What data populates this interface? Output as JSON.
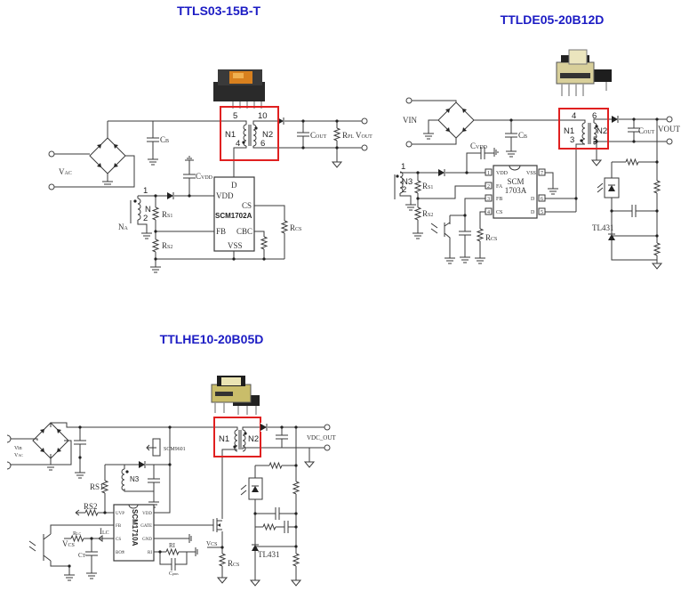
{
  "colors": {
    "title": "#1c1cc4",
    "highlight_box": "#e02020"
  },
  "diagrams": [
    {
      "title": "TTLS03-15B-T",
      "labels": {
        "pin5": "5",
        "pin10": "10",
        "n1": "N1",
        "n2": "N2",
        "pin4": "4",
        "pin6": "6",
        "cb": {
          "v": "C",
          "s": "B"
        },
        "vac": {
          "v": "V",
          "s": "AC"
        },
        "cout": {
          "v": "C",
          "s": "OUT"
        },
        "rpl": {
          "v": "R",
          "s": "PL"
        },
        "vout": {
          "v": "V",
          "s": "OUT"
        },
        "cvdd": {
          "v": "C",
          "s": "VDD"
        },
        "pin1": "1",
        "n": "N",
        "pin2": "2",
        "na": {
          "v": "N",
          "s": "A"
        },
        "rs1": {
          "v": "R",
          "s": "S1"
        },
        "rs2": {
          "v": "R",
          "s": "S2"
        },
        "rcs": {
          "v": "R",
          "s": "CS"
        }
      },
      "ic": {
        "name": "SCM1702A",
        "pins": {
          "d": "D",
          "vdd": "VDD",
          "cs": "CS",
          "fb": "FB",
          "cbc": "CBC",
          "vss": "VSS"
        }
      }
    },
    {
      "title": "TTLDE05-20B12D",
      "labels": {
        "vin": "VIN",
        "cb": {
          "v": "C",
          "s": "B"
        },
        "pin4": "4",
        "pin6": "6",
        "n1": "N1",
        "n2": "N2",
        "pin3": "3",
        "pin5": "5",
        "cout": {
          "v": "C",
          "s": "OUT"
        },
        "vout": "VOUT",
        "cvdd": {
          "v": "C",
          "s": "VDD"
        },
        "pin1": "1",
        "n3": "N3",
        "pin2": "2",
        "rs1": {
          "v": "R",
          "s": "S1"
        },
        "rs2": {
          "v": "R",
          "s": "S2"
        },
        "rcs": {
          "v": "R",
          "s": "CS"
        },
        "tl431": "TL431"
      },
      "ic": {
        "name_line1": "SCM",
        "name_line2": "1703A",
        "pins": {
          "p1": "1",
          "vdd": "VDD",
          "p2": "2",
          "fa": "FA",
          "p3": "3",
          "fb": "FB",
          "p4": "4",
          "cs": "CS",
          "p7": "7",
          "vss": "VSS",
          "p6": "6",
          "d1": "D",
          "p5": "5",
          "d2": "D"
        }
      }
    },
    {
      "title": "TTLHE10-20B05D",
      "labels": {
        "vin": "Vin",
        "vac": {
          "v": "V",
          "s": "AC"
        },
        "n1": "N1",
        "n2": "N2",
        "vdc_out": "VDC_OUT",
        "scm9601": "SCM9601",
        "n3": "N3",
        "rs1": "RS1",
        "rs2": "RS2",
        "rlc": {
          "v": "R",
          "s": "LC"
        },
        "ilc": {
          "v": "I",
          "s": "LC"
        },
        "vcs": {
          "v": "V",
          "s": "CS"
        },
        "ct": {
          "v": "C",
          "s": "T"
        },
        "ri": "RI",
        "cpm": {
          "v": "C",
          "s": "pms"
        },
        "vcs2": {
          "v": "V",
          "s": "CS"
        },
        "rcs": {
          "v": "R",
          "s": "CS"
        },
        "tl431": "TL431"
      },
      "ic": {
        "name": "SCM1710A",
        "pins": {
          "uvp": "UVP",
          "fb": "FB",
          "cs": "CS",
          "bos": "BOS",
          "vdd": "VDD",
          "gate": "GATE",
          "gnd": "GND",
          "ri": "RI"
        }
      }
    }
  ]
}
